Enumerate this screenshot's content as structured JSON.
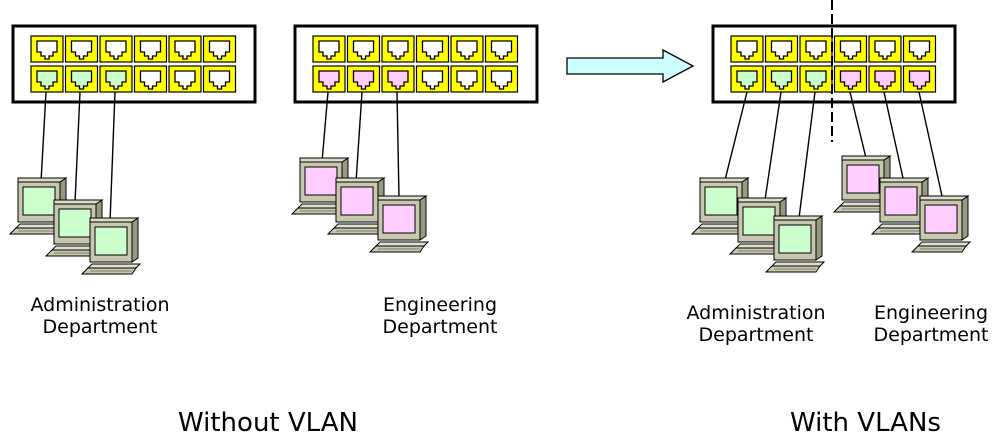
{
  "left_groups": [
    {
      "line1": "Administration",
      "line2": "Department"
    },
    {
      "line1": "Engineering",
      "line2": "Department"
    }
  ],
  "right_groups": [
    {
      "line1": "Administration",
      "line2": "Department"
    },
    {
      "line1": "Engineering",
      "line2": "Department"
    }
  ],
  "captions": {
    "without": "Without VLAN",
    "with": "With VLANs"
  },
  "colors": {
    "port_frame": "#ffff00",
    "admin": "#ccffcc",
    "engineering": "#ffccff",
    "arrow_fill": "#ccffff",
    "computer_body": "#c8c8b0"
  },
  "icons": [
    "switch-icon",
    "ethernet-port-icon",
    "computer-icon",
    "arrow-right-icon",
    "vlan-divider-icon"
  ]
}
